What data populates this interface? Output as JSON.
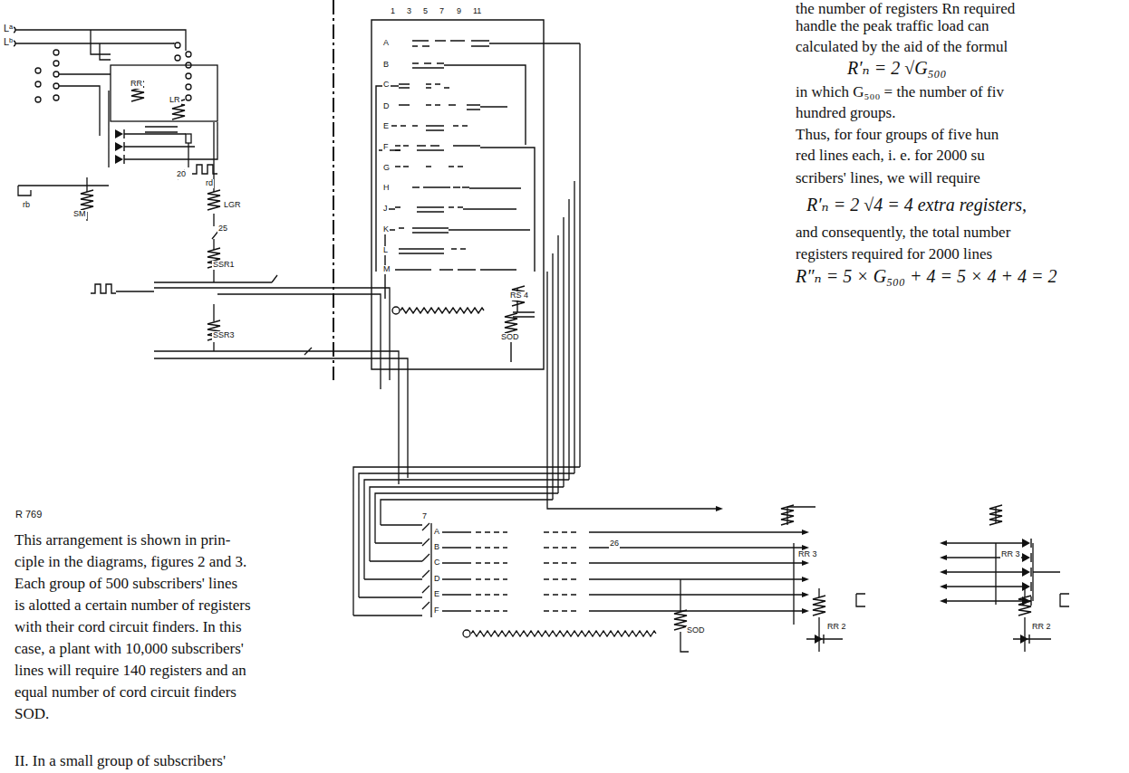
{
  "diagram": {
    "labels": [
      "Lᵃ",
      "Lᵇ",
      "RR",
      "LR",
      "20",
      "rd",
      "rb",
      "SM",
      "LGR",
      "25",
      "SSR1",
      "SSR3",
      "R 769",
      "1",
      "3",
      "5",
      "7",
      "9",
      "11",
      "A",
      "B",
      "C",
      "D",
      "E",
      "F",
      "G",
      "H",
      "J",
      "K",
      "L",
      "M",
      "RS 4",
      "SOD",
      "7",
      "A",
      "B",
      "C",
      "D",
      "E",
      "F",
      "26",
      "RR 3",
      "RR 3",
      "SOD",
      "RR 2",
      "RR 2",
      "This arrangement is shown in prin-",
      "ciple in the diagrams, figures 2 and 3.",
      "Each group of 500 subscribers' lines",
      "is alotted a certain number of registers",
      "with their cord circuit finders. In this",
      "case, a plant with 10,000 subscribers'",
      "lines will require 140 registers and an",
      "equal number of cord circuit finders",
      "SOD.",
      "II. In a small group of subscribers'",
      "the number of registers Rn required",
      "handle the peak traffic load can",
      "calculated by the aid of the formul",
      "R′ₙ = 2 √G₅₀₀",
      "in which G₅₀₀ = the number of fiv",
      "hundred groups.",
      "Thus, for four groups of five hun",
      "red lines each, i. e. for 2000 su",
      "scribers' lines, we will require",
      "R′ₙ = 2 √4 = 4 extra registers,",
      "and consequently, the total number",
      "registers required for 2000 lines",
      "R″ₙ = 5 × G₅₀₀ + 4 = 5 × 4 + 4 = 2"
    ]
  }
}
